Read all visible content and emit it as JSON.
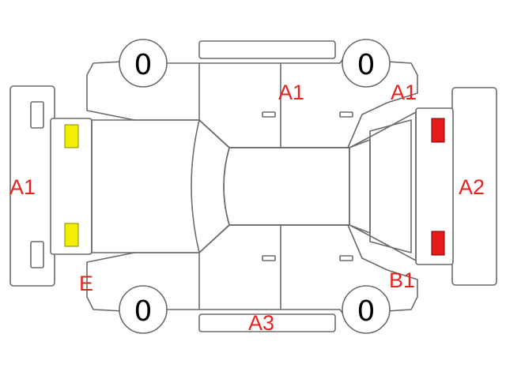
{
  "tires": {
    "front_left": "0",
    "front_right": "0",
    "rear_left": "0",
    "rear_right": "0"
  },
  "damage_labels": {
    "front_bumper": "A1",
    "left_front_door": "A1",
    "left_front_fender": "A1",
    "rear_bumper": "A2",
    "right_sill": "A3",
    "right_front_corner": "E",
    "right_rear_fender": "B1"
  },
  "colors": {
    "label_red": "#e8231f",
    "headlight_yellow": "#f3ee00",
    "taillight_red": "#e51a1a",
    "outline_gray": "#6b6b6b"
  }
}
